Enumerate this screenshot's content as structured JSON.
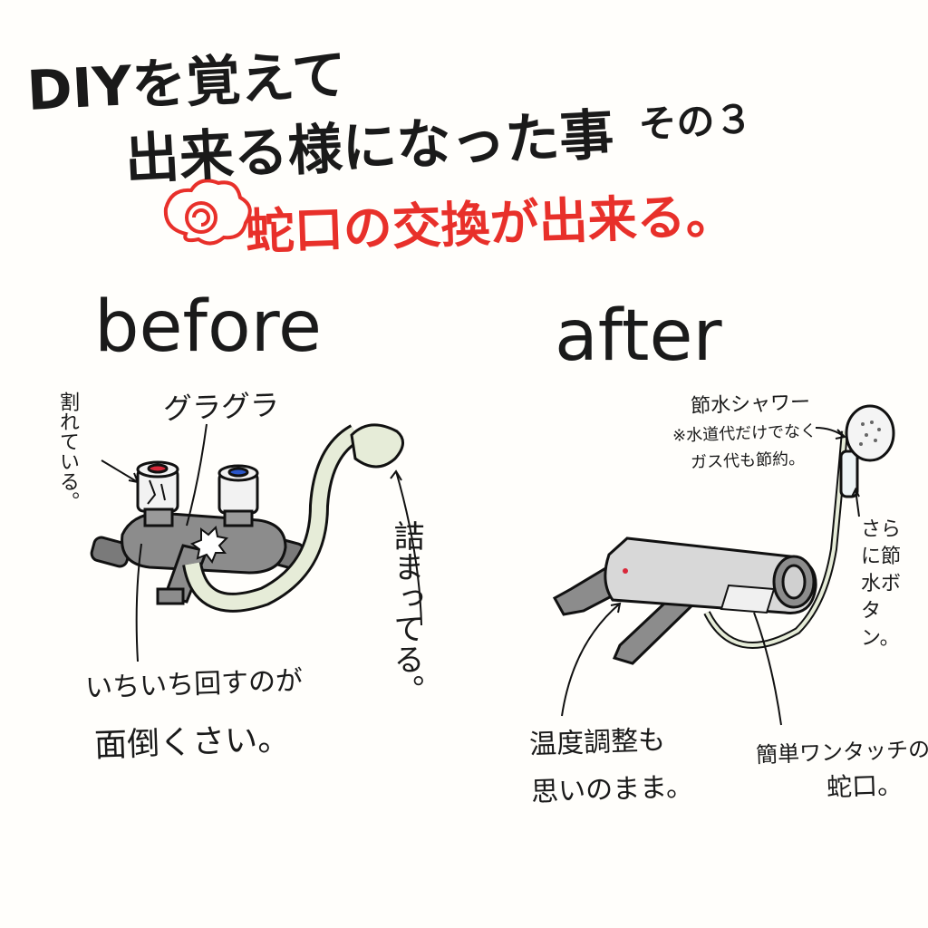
{
  "title": {
    "line1": "DIYを覚えて",
    "line2": "出来る様になった事",
    "part": "その３",
    "subtitle": "蛇口の交換が出来る。"
  },
  "before": {
    "label": "before",
    "notes": {
      "cracked": "割れている。",
      "wobbly": "グラグラ",
      "clogged": "詰まってる。",
      "annoying_line1": "いちいち回すのが",
      "annoying_line2": "面倒くさい。"
    }
  },
  "after": {
    "label": "after",
    "notes": {
      "save_shower": "節水シャワー",
      "save_detail_line1": "※水道代だけでなく",
      "save_detail_line2": "ガス代も節約。",
      "save_button": "さらに節水ボタン。",
      "temp_line1": "温度調整も",
      "temp_line2": "思いのまま。",
      "onetouch_line1": "簡単ワンタッチの",
      "onetouch_line2": "蛇口。"
    }
  },
  "colors": {
    "accent_red": "#e8302a",
    "hot_knob": "#d9283a",
    "cold_knob": "#2a56c9",
    "hose": "#e6ecd8",
    "body_gray": "#8c8c8c"
  }
}
